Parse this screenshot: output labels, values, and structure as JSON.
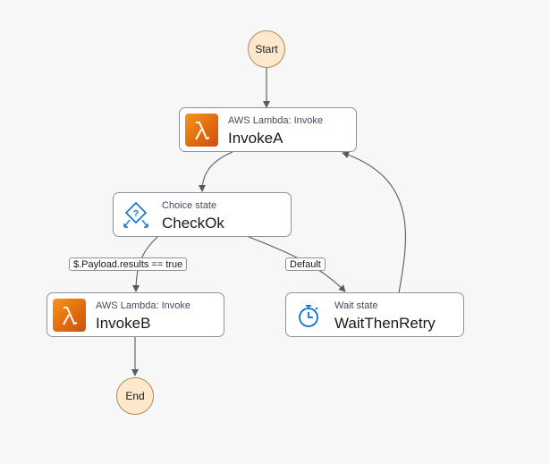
{
  "start": {
    "label": "Start"
  },
  "end": {
    "label": "End"
  },
  "states": {
    "invoke_a": {
      "type": "AWS Lambda: Invoke",
      "name": "InvokeA",
      "icon": "lambda-icon"
    },
    "check_ok": {
      "type": "Choice state",
      "name": "CheckOk",
      "icon": "choice-icon"
    },
    "invoke_b": {
      "type": "AWS Lambda: Invoke",
      "name": "InvokeB",
      "icon": "lambda-icon"
    },
    "wait_then_retry": {
      "type": "Wait state",
      "name": "WaitThenRetry",
      "icon": "stopwatch-icon"
    }
  },
  "transitions": {
    "choice_true": "$.Payload.results == true",
    "choice_default": "Default"
  },
  "colors": {
    "lambda_orange": "#e8730f",
    "start_end_fill": "#fde8cb",
    "wait_icon_blue": "#0972d3",
    "edge": "#545b64"
  }
}
